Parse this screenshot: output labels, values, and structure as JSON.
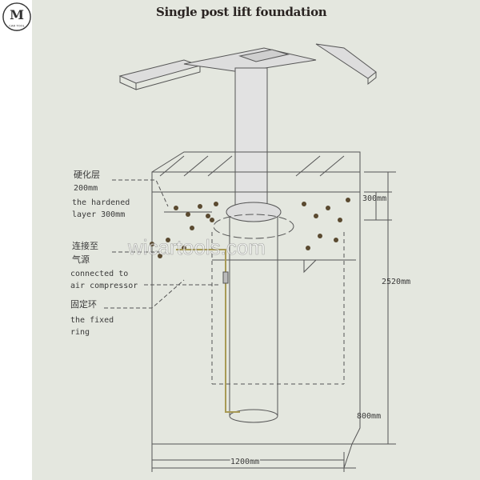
{
  "title": "Single post lift foundation",
  "logo": {
    "letter": "M",
    "subtext": "CAR TOOL"
  },
  "watermark": "wicartools.com",
  "labels": {
    "hardened_cn": "硬化层",
    "hardened_cn_size": "200mm",
    "hardened_en_1": "the hardened",
    "hardened_en_2": "layer 300mm",
    "air_cn_1": "连接至",
    "air_cn_2": "气源",
    "air_en_1": "connected to",
    "air_en_2": "air compressor",
    "ring_cn": "固定环",
    "ring_en_1": "the fixed",
    "ring_en_2": "ring"
  },
  "dimensions": {
    "top_depth": "300mm",
    "height": "2520mm",
    "depth": "800mm",
    "width": "1200mm"
  },
  "colors": {
    "paper": "#e4e7df",
    "line": "#555555",
    "air_line": "#a89a55",
    "gravel": "#5a4a30"
  }
}
